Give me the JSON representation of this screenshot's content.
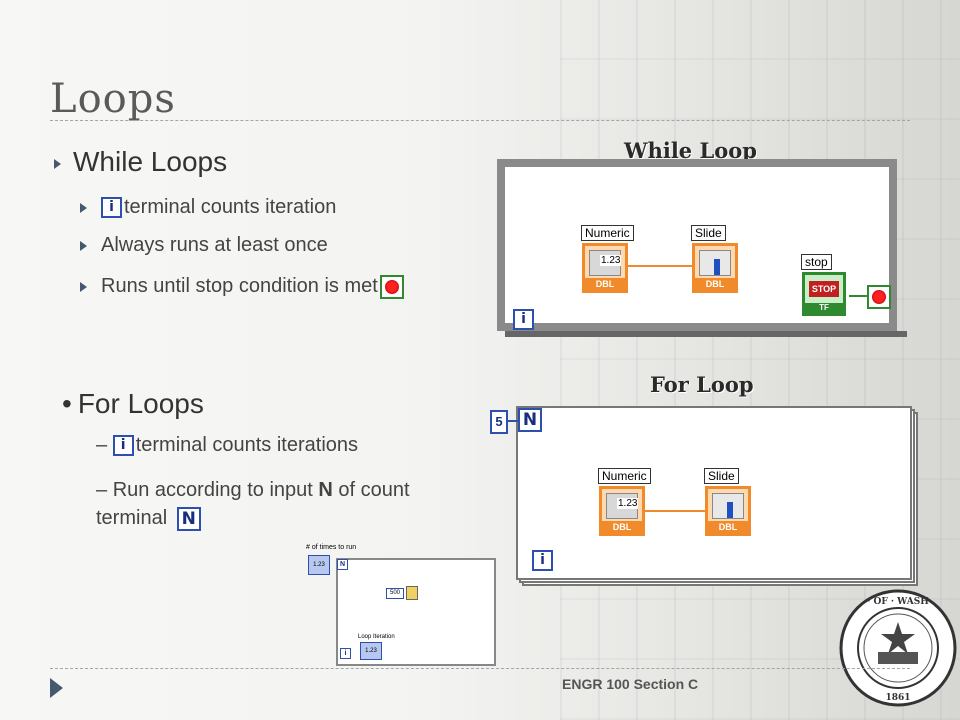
{
  "slide": {
    "title": "Loops",
    "footer": "ENGR 100 Section C",
    "colors": {
      "title": "#5a5a5a",
      "bullet": "#46586e",
      "wire_numeric": "#f08a2a",
      "wire_boolean": "#2f8a2f",
      "terminal_blue": "#2c4fb0"
    }
  },
  "while_section": {
    "heading": "While Loops",
    "items": [
      {
        "pre": "",
        "icon": "i-terminal-icon",
        "text": "terminal counts iteration"
      },
      {
        "pre": "",
        "icon": "",
        "text": "Always runs at least once"
      },
      {
        "pre": "",
        "icon": "stop-terminal-icon",
        "text": "Runs until stop condition is met"
      }
    ]
  },
  "for_section": {
    "heading": "For Loops",
    "items": [
      {
        "pre": "–",
        "icon": "i-terminal-icon",
        "text": "terminal counts iterations"
      },
      {
        "pre": "–",
        "text_a": "Run according to input ",
        "bold": "N",
        "text_b": " of count terminal",
        "icon": "n-terminal-icon"
      }
    ]
  },
  "while_diagram": {
    "label": "While Loop",
    "numeric_label": "Numeric",
    "numeric_value": "1.23",
    "slide_label": "Slide",
    "stop_label": "stop",
    "stop_text": "STOP",
    "dbl": "DBL",
    "tf": "TF",
    "i_glyph": "i"
  },
  "for_diagram": {
    "label": "For Loop",
    "count": "5",
    "n_glyph": "N",
    "numeric_label": "Numeric",
    "numeric_value": "1.23",
    "slide_label": "Slide",
    "dbl": "DBL",
    "i_glyph": "i"
  },
  "small_diagram": {
    "times_label": "# of times to run",
    "const_value": "500",
    "iteration_label": "Loop Iteration",
    "n_glyph": "N",
    "i_glyph": "i",
    "value": "1.23"
  }
}
